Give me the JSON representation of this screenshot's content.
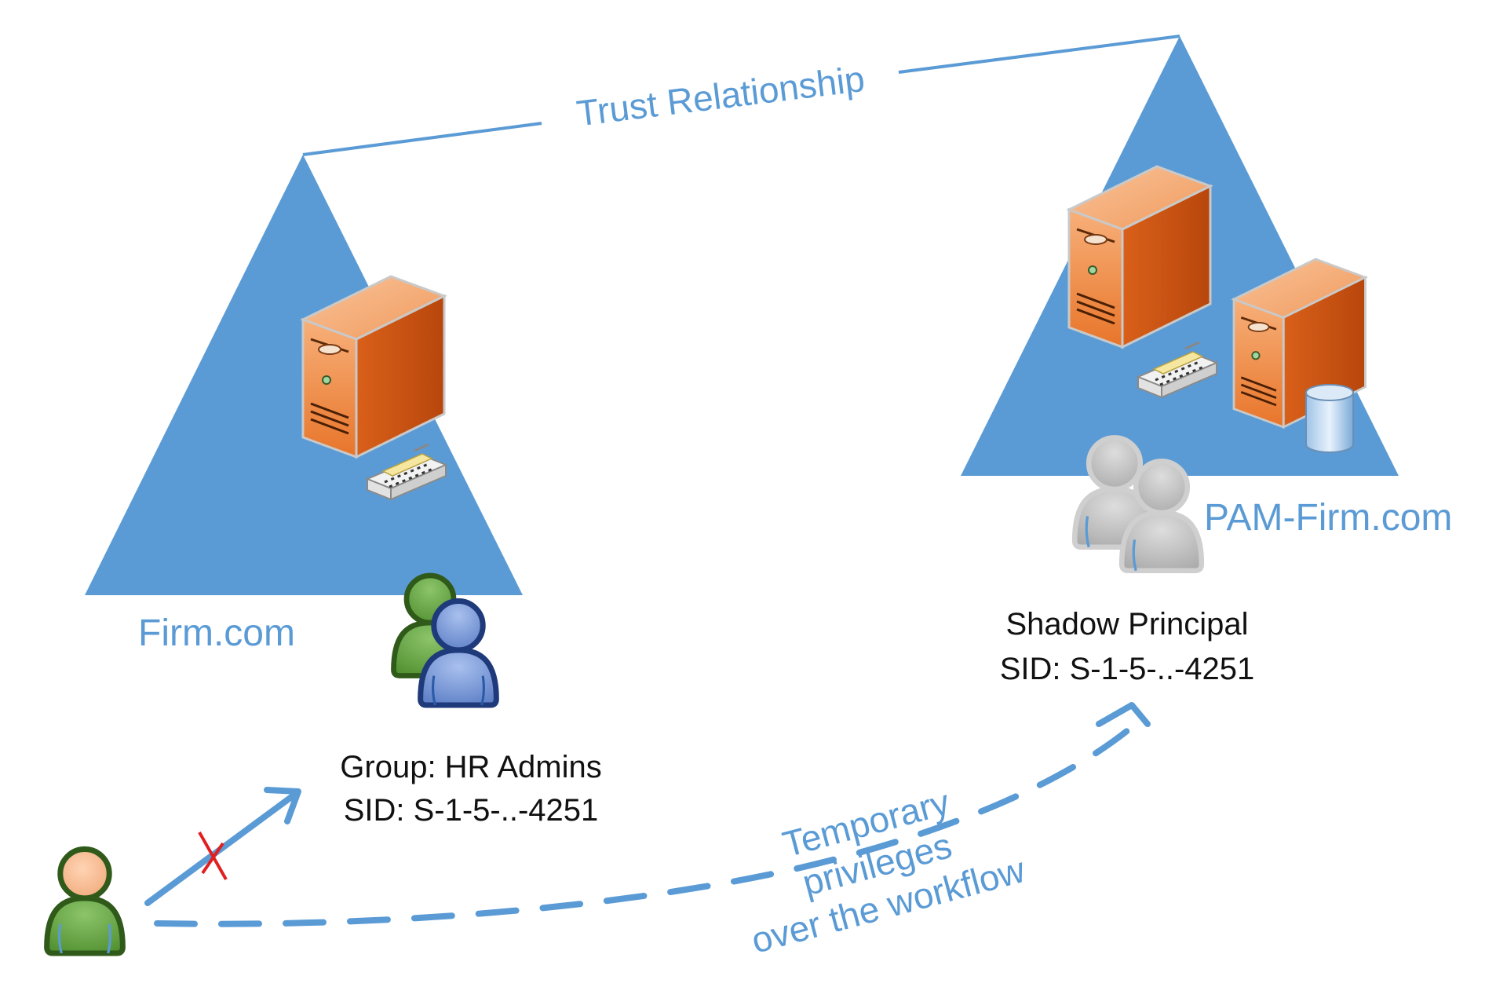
{
  "diagram": {
    "trust_label": "Trust Relationship",
    "domains": {
      "left": "Firm.com",
      "right": "PAM-Firm.com"
    },
    "group": {
      "name": "Group: HR Admins",
      "sid": "SID: S-1-5-..-4251"
    },
    "shadow": {
      "name": "Shadow Principal",
      "sid": "SID: S-1-5-..-4251"
    },
    "temporary": {
      "line1": "Temporary",
      "line2": "privileges",
      "line3": "over the workflow"
    }
  },
  "colors": {
    "domain_blue": "#5b9bd5",
    "server_orange": "#e8752a",
    "user_green": "#5a9a3a",
    "user_blue": "#6f8fcf",
    "shadow_gray": "#b8b8b8",
    "denied_red": "#e02020"
  },
  "icons": [
    "server-icon",
    "user-group-icon",
    "user-icon",
    "shadow-group-icon",
    "database-icon",
    "denied-cross-icon"
  ]
}
